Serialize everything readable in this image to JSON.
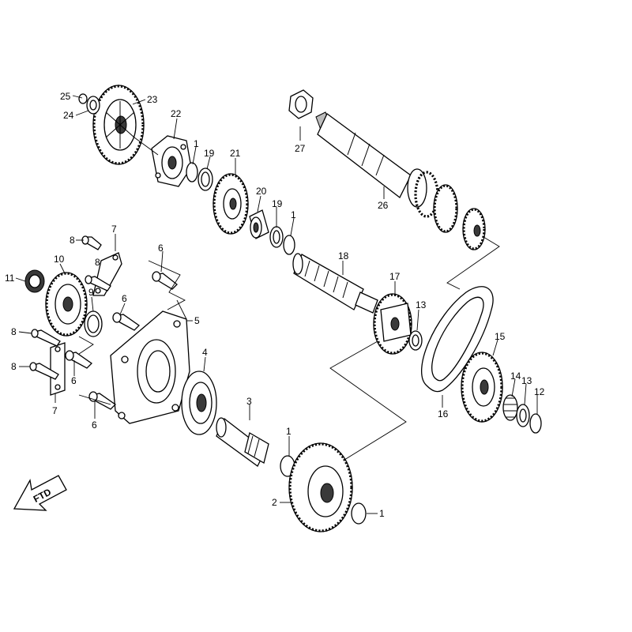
{
  "labels": {
    "p1a": "1",
    "p1b": "1",
    "p1c": "1",
    "p1d": "1",
    "p2": "2",
    "p3": "3",
    "p4": "4",
    "p5": "5",
    "p6a": "6",
    "p6b": "6",
    "p6c": "6",
    "p6d": "6",
    "p7a": "7",
    "p7b": "7",
    "p8a": "8",
    "p8b": "8",
    "p8c": "8",
    "p9": "9",
    "p10": "10",
    "p11": "11",
    "p12": "12",
    "p13a": "13",
    "p13b": "13",
    "p14": "14",
    "p15": "15",
    "p16": "16",
    "p17": "17",
    "p18": "18",
    "p19a": "19",
    "p19b": "19",
    "p20": "20",
    "p21": "21",
    "p22": "22",
    "p23": "23",
    "p24": "24",
    "p25": "25",
    "p26": "26",
    "p27": "27"
  },
  "ftd_text": "FTD",
  "colors": {
    "ink": "#000000",
    "paper": "#ffffff",
    "shade": "#bdbdbd"
  }
}
